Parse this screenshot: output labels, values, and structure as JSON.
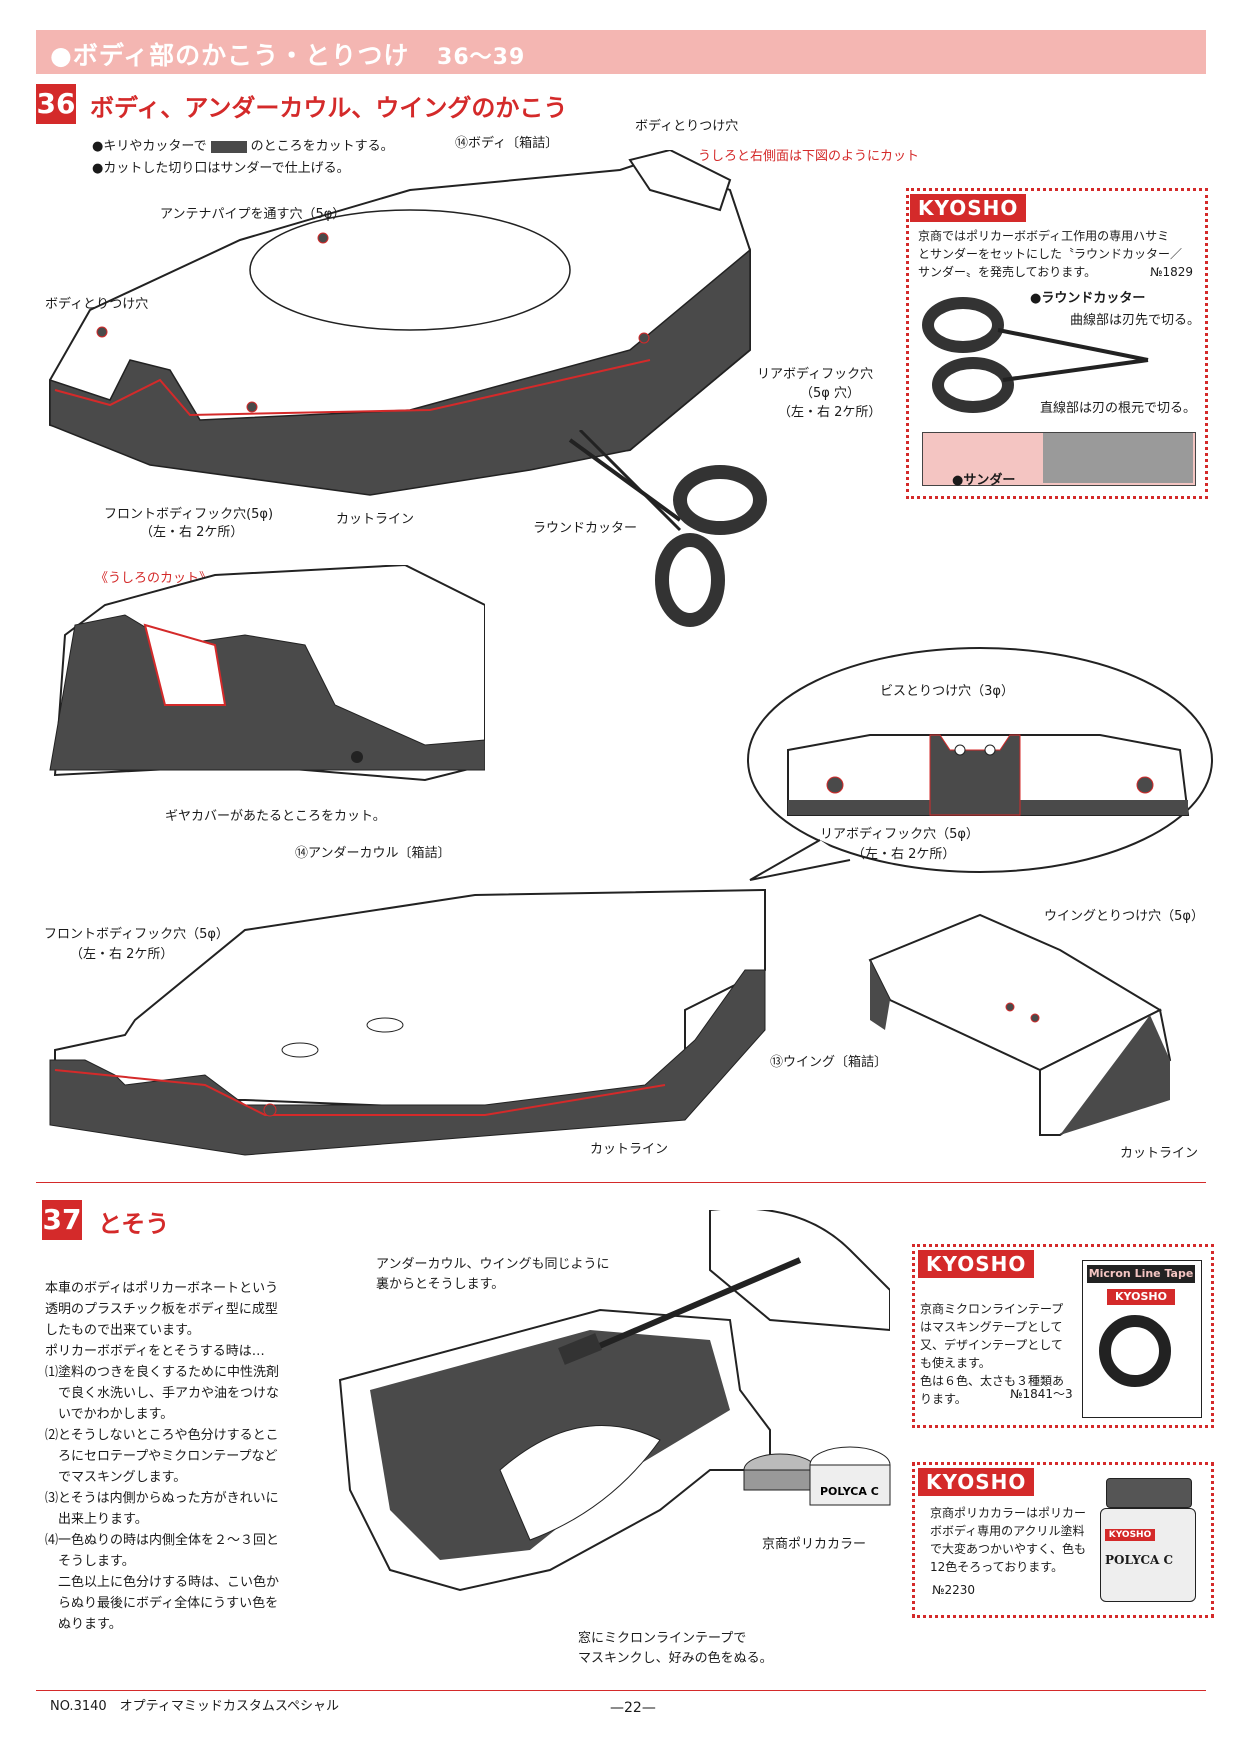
{
  "header": {
    "title": "●ボディ部のかこう・とりつけ",
    "range": "36〜39"
  },
  "step36": {
    "number": "36",
    "title": "ボディ、アンダーカウル、ウイングのかこう",
    "bullet1": "●キリやカッターで",
    "bullet1b": "のところをカットする。",
    "bullet2": "●カットした切り口はサンダーで仕上げる。",
    "label_body_part": "⑭ボディ〔箱詰〕",
    "label_body_mount_top": "ボディとりつけ穴",
    "label_rear_note": "うしろと右側面は下図のようにカット",
    "label_antenna": "アンテナパイプを通す穴（5φ）",
    "label_body_mount_left": "ボディとりつけ穴",
    "label_rear_hook": "リアボディフック穴",
    "label_rear_hook_size": "（5φ 穴）",
    "label_rear_hook_pos": "（左・右 2ケ所）",
    "label_front_hook": "フロントボディフック穴(5φ)",
    "label_front_hook_pos": "（左・右 2ケ所）",
    "label_cutline": "カットライン",
    "label_round_cutter": "ラウンドカッター",
    "label_rear_cut": "《うしろのカット》",
    "label_gear_cover": "ギヤカバーがあたるところをカット。",
    "label_screw_hole": "ビスとりつけ穴（3φ）",
    "label_rear_hook2": "リアボディフック穴（5φ）",
    "label_rear_hook2_pos": "（左・右 2ケ所）",
    "label_undercowl": "⑭アンダーカウル〔箱詰〕",
    "label_front_hook2": "フロントボディフック穴（5φ）",
    "label_front_hook2_pos": "（左・右 2ケ所）",
    "label_wing_mount": "ウイングとりつけ穴（5φ）",
    "label_wing": "⑬ウイング〔箱詰〕",
    "label_cutline2": "カットライン",
    "label_cutline3": "カットライン"
  },
  "kyosho1": {
    "logo": "KYOSHO",
    "text1": "京商ではポリカーボボディ工作用の専用ハサミ",
    "text2": "とサンダーをセットにした〝ラウンドカッター／",
    "text3": "サンダー〟を発売しております。",
    "code": "№1829",
    "cutter_label": "●ラウンドカッター",
    "curve_note": "曲線部は刃先で切る。",
    "straight_note": "直線部は刃の根元で切る。",
    "sander_label": "●サンダー"
  },
  "step37": {
    "number": "37",
    "title": "とそう",
    "para": [
      "本車のボディはポリカーボネートという",
      "透明のプラスチック板をボディ型に成型",
      "したもので出来ています。",
      "ポリカーボボディをとそうする時は…",
      "⑴塗料のつきを良くするために中性洗剤",
      "　で良く水洗いし、手アカや油をつけな",
      "　いでかわかします。",
      "⑵とそうしないところや色分けするとこ",
      "　ろにセロテープやミクロンテープなど",
      "　でマスキングします。",
      "⑶とそうは内側からぬった方がきれいに",
      "　出来上ります。",
      "⑷一色ぬりの時は内側全体を２〜３回と",
      "　そうします。",
      "　二色以上に色分けする時は、こい色か",
      "　らぬり最後にボディ全体にうすい色を",
      "　ぬります。"
    ],
    "note_top1": "アンダーカウル、ウイングも同じように",
    "note_top2": "裏からとそうします。",
    "paint_label": "京商ポリカカラー",
    "window_note1": "窓にミクロンラインテープで",
    "window_note2": "マスキンクし、好みの色をぬる。",
    "jar_text": "POLYCA C"
  },
  "kyosho2": {
    "logo": "KYOSHO",
    "text": [
      "京商ミクロンラインテープ",
      "はマスキングテープとして",
      "又、デザインテープとして",
      "も使えます。",
      "色は６色、太さも３種類あ",
      "ります。"
    ],
    "code": "№1841〜3",
    "tape_label": "Micron Line Tape",
    "tape_brand": "KYOSHO"
  },
  "kyosho3": {
    "logo": "KYOSHO",
    "text": [
      "京商ポリカカラーはポリカー",
      "ボボディ専用のアクリル塗料",
      "で大変あつかいやすく、色も",
      "12色そろっております。"
    ],
    "code": "№2230",
    "jar_brand": "KYOSHO",
    "jar_text": "POLYCA C"
  },
  "footer": {
    "left": "NO.3140　オプティマミッドカスタムスペシャル",
    "page": "—22—"
  },
  "colors": {
    "accent": "#d42a2a",
    "band": "#f4b6b2",
    "cut": "#4a4a4a"
  }
}
